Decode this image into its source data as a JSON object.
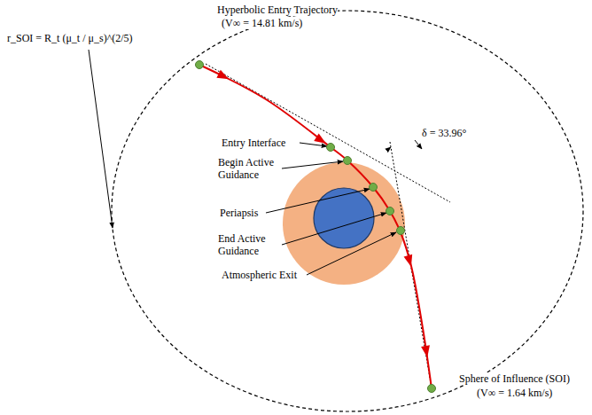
{
  "diagram": {
    "labels": [
      "Hyperbolic Entry Trajectory",
      "(V∞ = 14.81 km/s)",
      "r_SOI = R_t (μ_t / μ_s)^(2/5)",
      "δ = 33.96°",
      "Entry Interface",
      "Begin Active Guidance",
      "Periapsis",
      "End Active Guidance",
      "Atmospheric Exit",
      "Sphere of Influence (SOI)",
      "(V∞ = 1.64 km/s)"
    ]
  }
}
